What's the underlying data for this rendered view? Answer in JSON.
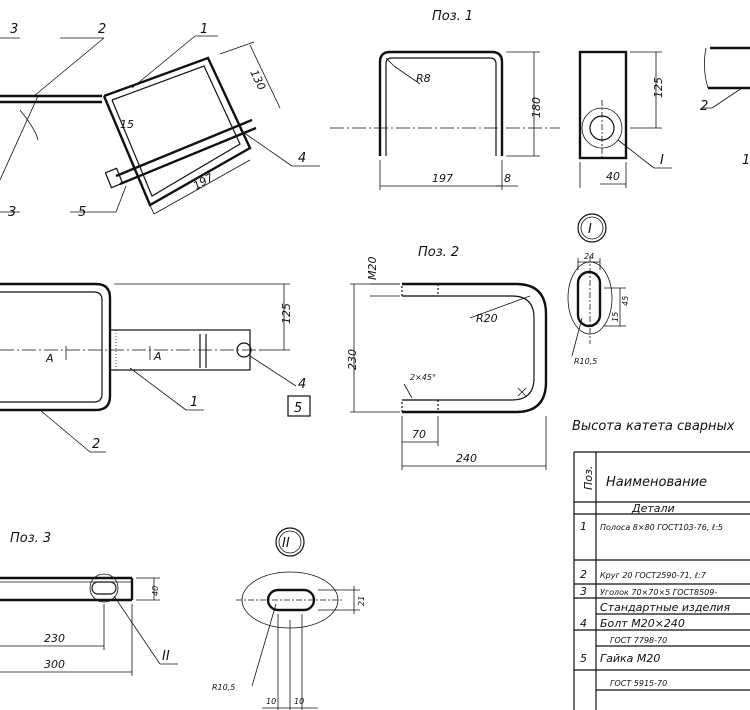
{
  "titles": {
    "pos1": "Поз. 1",
    "pos2": "Поз. 2",
    "pos3": "Поз. 3",
    "detail1": "I",
    "detail2": "II",
    "weld_height": "Высота катета сварных"
  },
  "dimensions": {
    "d130": "130",
    "d15": "15",
    "d197a": "197",
    "r8": "R8",
    "d180": "180",
    "d197b": "197",
    "d8": "8",
    "d125a": "125",
    "d40a": "40",
    "d125b": "125",
    "m20": "M20",
    "r20": "R20",
    "d230a": "230",
    "chamfer": "2×45°",
    "d70": "70",
    "d240": "240",
    "d24": "24",
    "d15_45": "15",
    "d45": "45",
    "r10_5a": "R10,5",
    "d40b": "40",
    "d230b": "230",
    "d300": "300",
    "d21": "21",
    "r10_5b": "R10,5",
    "d10a": "10",
    "d10b": "10"
  },
  "callouts": {
    "c3a": "3",
    "c2a": "2",
    "c1a": "1",
    "c3b": "3",
    "c5a": "5",
    "c4a": "4",
    "c2b": "2",
    "c1b": "1",
    "c4b": "4",
    "c5b": "5",
    "c2c": "2",
    "c1c": "1",
    "cI": "I",
    "cII": "II",
    "sectA1": "А",
    "sectA2": "А"
  },
  "spec_table": {
    "header_pos": "Поз.",
    "header_name": "Наименование",
    "section_details": "Детали",
    "rows": [
      {
        "pos": "1",
        "name": "Полоса 8×80 ГОСТ103-76, ℓ:5"
      },
      {
        "pos": "2",
        "name": "Круг 20 ГОСТ2590-71, ℓ:7"
      },
      {
        "pos": "3",
        "name": "Уголок 70×70×5 ГОСТ8509-"
      },
      {
        "pos": "",
        "name": "Стандартные изделия"
      },
      {
        "pos": "4",
        "name": "Болт  М20×240"
      },
      {
        "pos": "",
        "name": "ГОСТ 7798-70"
      },
      {
        "pos": "5",
        "name": "Гайка  М20"
      },
      {
        "pos": "",
        "name": "ГОСТ 5915-70"
      }
    ]
  }
}
